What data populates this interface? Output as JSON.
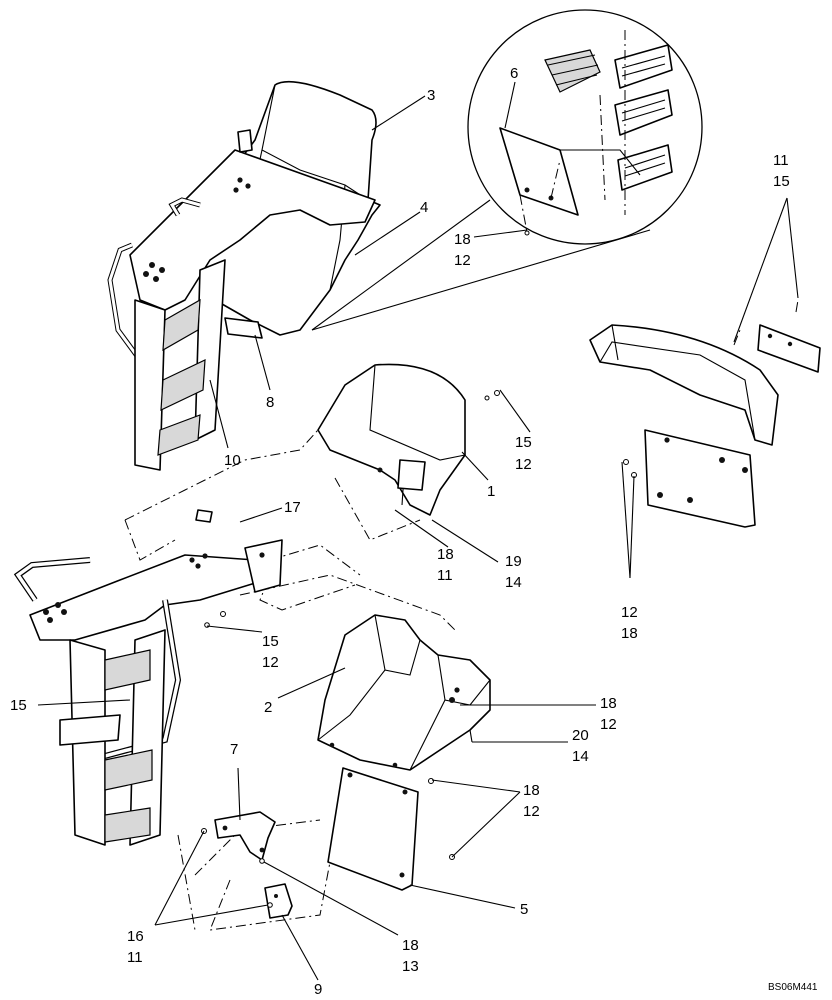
{
  "drawing_code": "BS06M441",
  "callouts": [
    {
      "id": "c3",
      "lines": [
        "3"
      ]
    },
    {
      "id": "c6",
      "lines": [
        "6"
      ]
    },
    {
      "id": "c4",
      "lines": [
        "4"
      ]
    },
    {
      "id": "c18-12-detail",
      "lines": [
        "18",
        "12"
      ]
    },
    {
      "id": "c11-15",
      "lines": [
        "11",
        "15"
      ]
    },
    {
      "id": "c8",
      "lines": [
        "8"
      ]
    },
    {
      "id": "c10",
      "lines": [
        "10"
      ]
    },
    {
      "id": "c15-12-top",
      "lines": [
        "15",
        "12"
      ]
    },
    {
      "id": "c1",
      "lines": [
        "1"
      ]
    },
    {
      "id": "c17",
      "lines": [
        "17"
      ]
    },
    {
      "id": "c18-11",
      "lines": [
        "18",
        "11"
      ]
    },
    {
      "id": "c19-14",
      "lines": [
        "19",
        "14"
      ]
    },
    {
      "id": "c12-18",
      "lines": [
        "12",
        "18"
      ]
    },
    {
      "id": "c15-12-mid",
      "lines": [
        "15",
        "12"
      ]
    },
    {
      "id": "c2",
      "lines": [
        "2"
      ]
    },
    {
      "id": "c18-12-mid",
      "lines": [
        "18",
        "12"
      ]
    },
    {
      "id": "c15-left",
      "lines": [
        "15"
      ]
    },
    {
      "id": "c20-14",
      "lines": [
        "20",
        "14"
      ]
    },
    {
      "id": "c7",
      "lines": [
        "7"
      ]
    },
    {
      "id": "c18-12-low",
      "lines": [
        "18",
        "12"
      ]
    },
    {
      "id": "c5",
      "lines": [
        "5"
      ]
    },
    {
      "id": "c16-11",
      "lines": [
        "16",
        "11"
      ]
    },
    {
      "id": "c18-13",
      "lines": [
        "18",
        "13"
      ]
    },
    {
      "id": "c9",
      "lines": [
        "9"
      ]
    }
  ]
}
